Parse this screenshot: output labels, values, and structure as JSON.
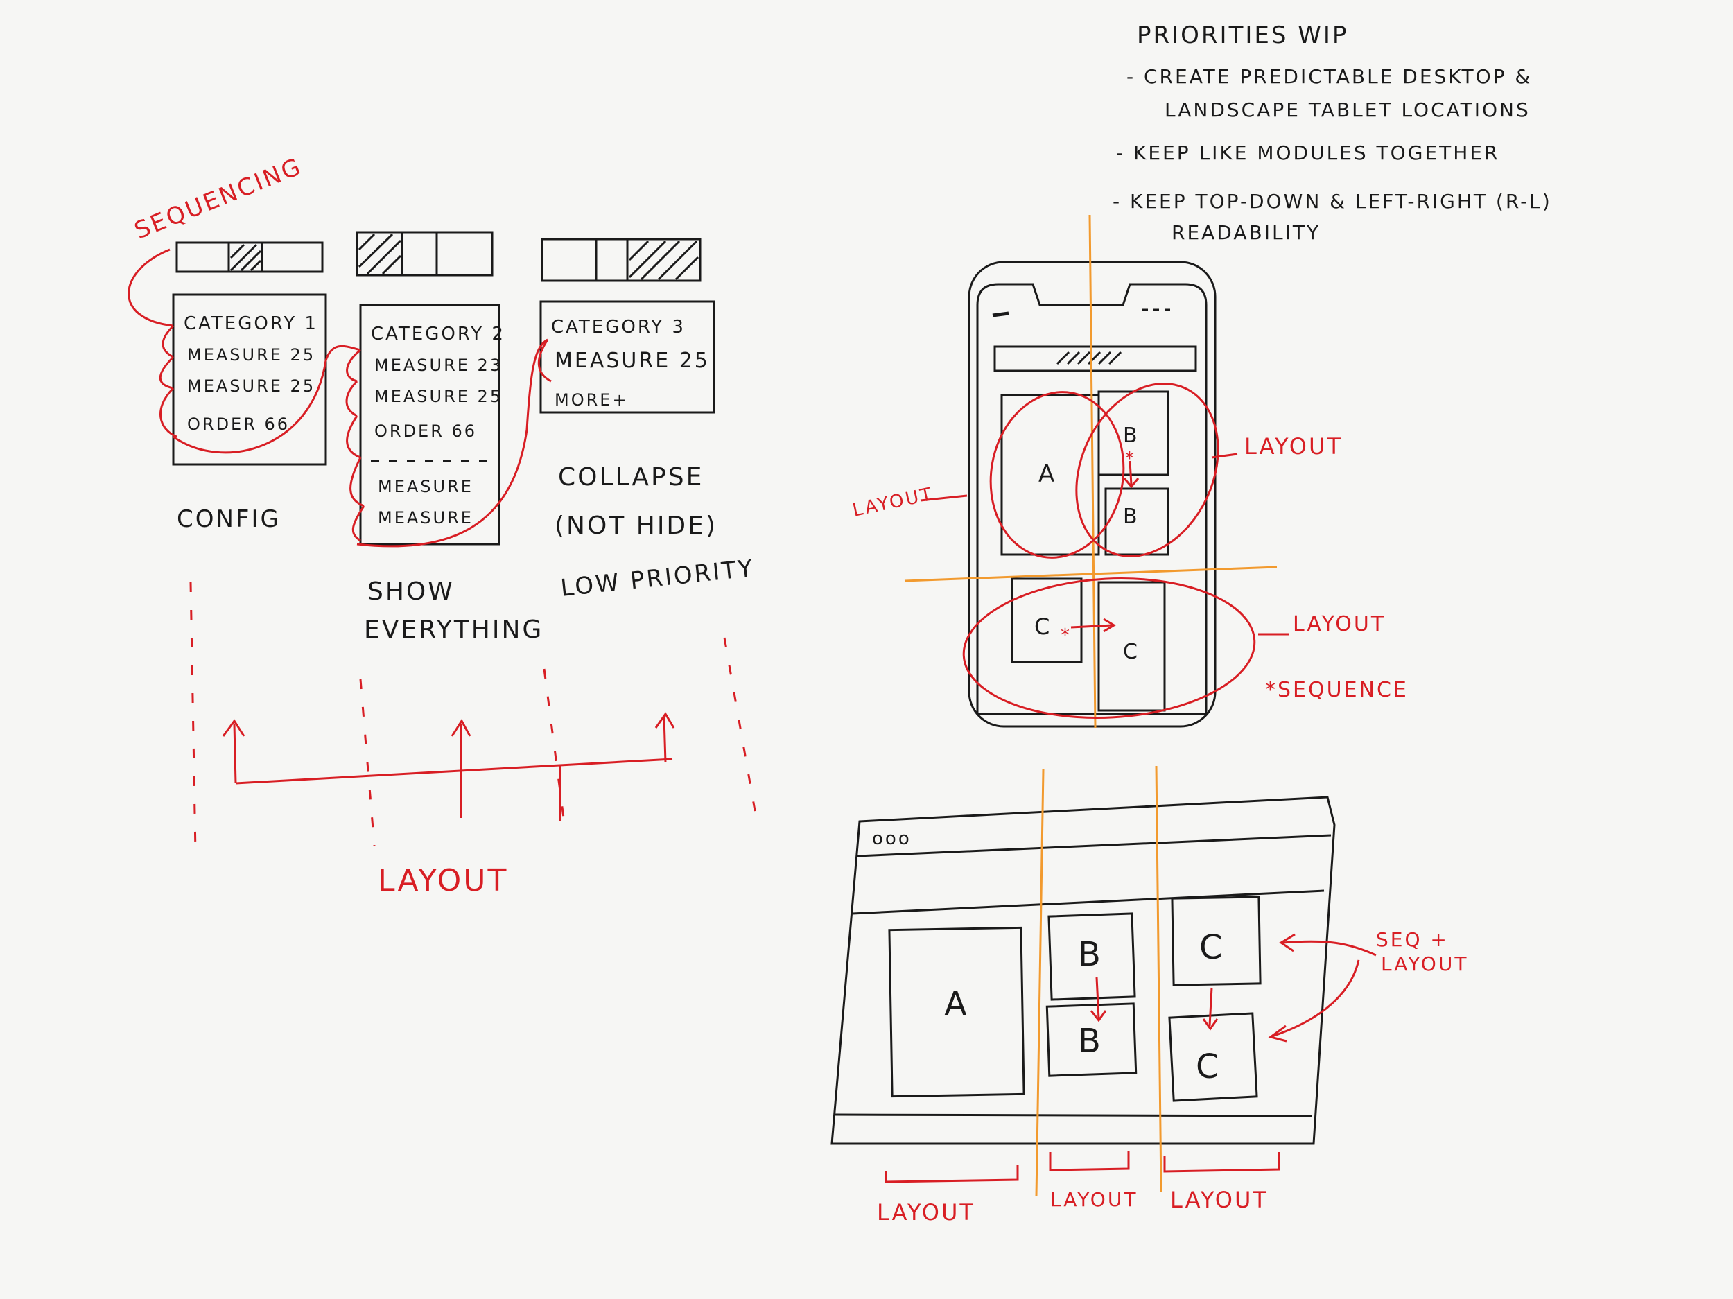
{
  "colors": {
    "black": "#1a1a1a",
    "red": "#d81e24",
    "orange": "#f29a2e",
    "paper": "#f6f6f4"
  },
  "priorities": {
    "title": "PRIORITIES WIP",
    "items": [
      "- CREATE PREDICTABLE DESKTOP &",
      "LANDSCAPE TABLET LOCATIONS",
      "- KEEP LIKE MODULES TOGETHER",
      "- KEEP TOP-DOWN & LEFT-RIGHT (R-L)",
      "READABILITY"
    ]
  },
  "sequencing": {
    "label": "SEQUENCING"
  },
  "cards": [
    {
      "lines": [
        "CATEGORY 1",
        "MEASURE 25",
        "MEASURE 25",
        "ORDER 66"
      ],
      "caption": [
        "CONFIG"
      ]
    },
    {
      "lines": [
        "CATEGORY 2",
        "MEASURE 23",
        "MEASURE 25",
        "ORDER 66",
        "MEASURE",
        "MEASURE"
      ],
      "caption": [
        "SHOW",
        "EVERYTHING"
      ]
    },
    {
      "lines": [
        "CATEGORY 3",
        "MEASURE 25",
        "MORE+"
      ],
      "caption": [
        "COLLAPSE",
        "(NOT HIDE)",
        "LOW PRIORITY"
      ]
    }
  ],
  "layout_axis": {
    "label": "LAYOUT"
  },
  "tablet": {
    "modules": [
      "A",
      "B",
      "B",
      "C",
      "C"
    ],
    "layout_labels": [
      "LAYOUT",
      "LAYOUT",
      "LAYOUT"
    ],
    "sequence_note": "*SEQUENCE"
  },
  "desktop": {
    "menu": "ooo",
    "modules": [
      "A",
      "B",
      "B",
      "C",
      "C"
    ],
    "seq_label": [
      "SEQ +",
      "LAYOUT"
    ],
    "column_labels": [
      "LAYOUT",
      "LAYOUT",
      "LAYOUT"
    ]
  }
}
